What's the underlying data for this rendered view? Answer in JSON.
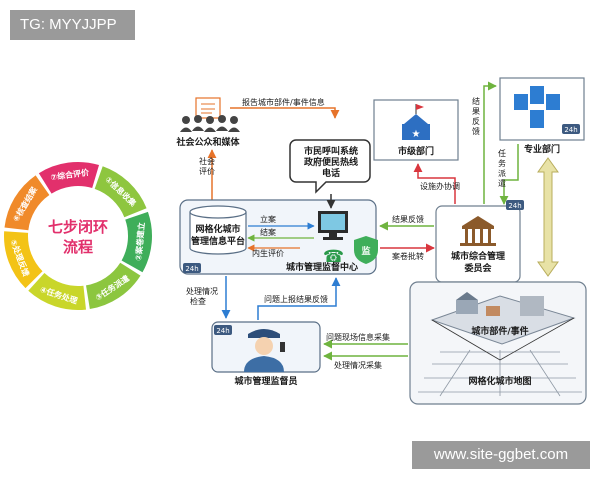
{
  "watermarks": {
    "top": "TG: MYYJJPP",
    "bottom": "www.site-ggbet.com"
  },
  "cycle": {
    "center": [
      "七步闭环",
      "流程"
    ],
    "segments": [
      {
        "label": "①信息收集",
        "color": "#8ec63f"
      },
      {
        "label": "②案卷建立",
        "color": "#3fae5a"
      },
      {
        "label": "③任务派遣",
        "color": "#8cc63f"
      },
      {
        "label": "④任务处理",
        "color": "#c9d62a"
      },
      {
        "label": "⑤处理反馈",
        "color": "#f3c316"
      },
      {
        "label": "⑥核查结案",
        "color": "#f08a2a"
      },
      {
        "label": "⑦综合评价",
        "color": "#e2306c"
      }
    ]
  },
  "nodes": {
    "public": "社会公众和媒体",
    "hotline": [
      "市民呼叫系统",
      "政府便民热线",
      "电话"
    ],
    "platform": [
      "网格化城市",
      "管理信息平台"
    ],
    "center": "城市管理监督中心",
    "city_dept": "市级部门",
    "pro_dept": "专业部门",
    "committee": [
      "城市综合管理",
      "委员会"
    ],
    "supervisor": "城市管理监督员",
    "parts": "城市部件/事件",
    "grid_map": "网格化城市地图",
    "badge_24h": "24h",
    "jian": "监"
  },
  "edges": {
    "report": "报告城市部件/事件信息",
    "public_eval": [
      "社会",
      "评价"
    ],
    "lian": "立案",
    "jiean": "结案",
    "inner_eval": "内生评价",
    "feedback": "结果反馈",
    "approve": "案卷批转",
    "coord": "设施办协调",
    "fb_vertical": [
      "结",
      "果",
      "反",
      "馈"
    ],
    "dispatch": [
      "任",
      "务",
      "派",
      "遣"
    ],
    "check": [
      "处理情况",
      "检查"
    ],
    "report_up": "问题上报结果反馈",
    "collect1": "问题现场信息采集",
    "collect2": "处理情况采集"
  }
}
